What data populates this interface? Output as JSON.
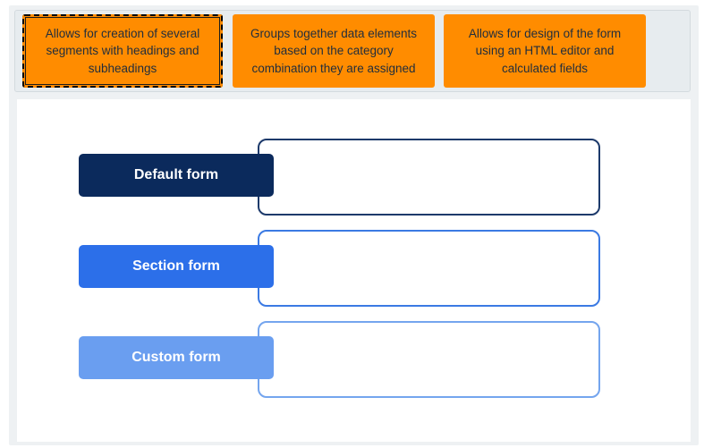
{
  "cards": [
    {
      "text": "Allows for creation of several segments with headings and subheadings"
    },
    {
      "text": "Groups together data elements based on the category combination they are assigned"
    },
    {
      "text": "Allows for design of the form using an HTML editor and calculated fields"
    }
  ],
  "targets": [
    {
      "label": "Default form",
      "color": "#0b2a5c"
    },
    {
      "label": "Section form",
      "color": "#2c6fe9"
    },
    {
      "label": "Custom form",
      "color": "#6a9ef0"
    }
  ],
  "colors": {
    "card": "#ff8c00",
    "selected_outline": "#000000"
  }
}
